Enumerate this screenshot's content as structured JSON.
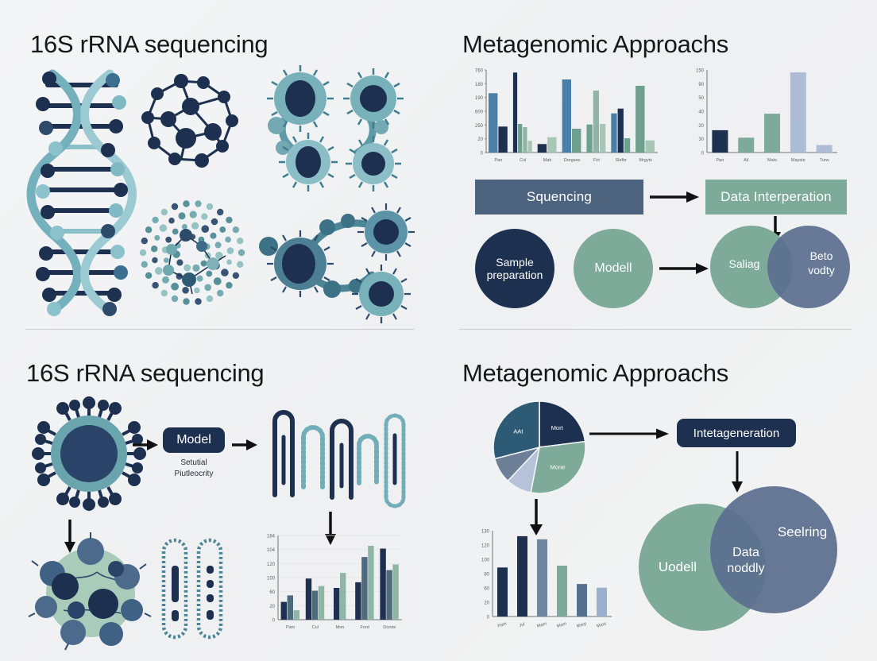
{
  "panels": {
    "top_left": {
      "title": "16S rRNA sequencing"
    },
    "top_right": {
      "title": "Metagenomic Approachs"
    },
    "bottom_left": {
      "title": "16S rRNA sequencing"
    },
    "bottom_right": {
      "title": "Metagenomic Approachs"
    }
  },
  "top_right_flow": {
    "sequencing_label": "Squencing",
    "data_interpretation_label": "Data Interperation",
    "sample_prep_label": "Sample preparation",
    "model_label": "Modell",
    "venn_left_label": "Saliag",
    "venn_right_label": "Beto vodty"
  },
  "bottom_left_flow": {
    "model_label": "Model",
    "model_sub_line1": "Setutial",
    "model_sub_line2": "Piutleocrity"
  },
  "bottom_right_flow": {
    "integration_label": "Intetageneration",
    "venn_left_label": "Uodell",
    "venn_overlap_line1": "Data",
    "venn_overlap_line2": "noddly",
    "venn_right_label": "Seelring"
  },
  "colors": {
    "background": "#f1f2f3",
    "navy_dark": "#1d3050",
    "navy_mid": "#3c5170",
    "slate_blue": "#4e647e",
    "steel_blue": "#4a7fa8",
    "light_blue": "#aebdd6",
    "teal_green": "#6f9f8d",
    "sage_green": "#8fb5a4",
    "pale_sage": "#a8c6b6",
    "text_dark": "#17181a"
  },
  "chart_data": [
    {
      "id": "tr-grouped-bar",
      "type": "bar",
      "title": "",
      "xlabel": "",
      "ylabel": "",
      "ylim": [
        0,
        780
      ],
      "yticks": [
        0,
        20,
        250,
        600,
        190,
        180,
        760
      ],
      "ytick_labels": [
        "0",
        "20",
        "250",
        "600",
        "190",
        "180",
        "760"
      ],
      "categories": [
        "Pan",
        "Cul",
        "Mah",
        "Dorgass",
        "Firt",
        "Slafhr",
        "Mrgyts"
      ],
      "grid": false,
      "legend": "none",
      "series": [
        {
          "name": "s1",
          "color": "#4a7fa8",
          "values": [
            560,
            0,
            0,
            690,
            0,
            370,
            0
          ]
        },
        {
          "name": "s2",
          "color": "#1d3050",
          "values": [
            245,
            755,
            80,
            0,
            0,
            415,
            0
          ]
        },
        {
          "name": "s3",
          "color": "#6f9f8d",
          "values": [
            0,
            270,
            0,
            225,
            265,
            135,
            630
          ]
        },
        {
          "name": "s4",
          "color": "#8fb5a4",
          "values": [
            0,
            240,
            0,
            0,
            585,
            0,
            0
          ]
        },
        {
          "name": "s5",
          "color": "#a8c6b6",
          "values": [
            0,
            110,
            145,
            0,
            270,
            0,
            115
          ]
        }
      ]
    },
    {
      "id": "tr-simple-bar",
      "type": "bar",
      "title": "",
      "xlabel": "",
      "ylabel": "",
      "ylim": [
        0,
        100
      ],
      "yticks": [
        0,
        30,
        20,
        40,
        50,
        90,
        150
      ],
      "ytick_labels": [
        "0",
        "30",
        "20",
        "40",
        "50",
        "90",
        "150"
      ],
      "categories": [
        "Pan",
        "Ail",
        "Mats",
        "Mayste",
        "Turw"
      ],
      "grid": false,
      "legend": "none",
      "values": [
        27,
        18,
        47,
        97,
        9
      ],
      "bar_colors": [
        "#1d3050",
        "#7daa99",
        "#7daa99",
        "#aebdd6",
        "#aebdd6"
      ]
    },
    {
      "id": "bl-grouped-bar",
      "type": "bar",
      "title": "",
      "xlabel": "",
      "ylabel": "",
      "ylim": [
        0,
        180
      ],
      "yticks": [
        0,
        20,
        60,
        100,
        120,
        104,
        184
      ],
      "ytick_labels": [
        "0",
        "20",
        "60",
        "100",
        "120",
        "104",
        "184"
      ],
      "categories": [
        "Pam",
        "Cul",
        "Mon",
        "Ford",
        "Dorste"
      ],
      "grid": true,
      "legend": "none",
      "series": [
        {
          "name": "s1",
          "color": "#1d3050",
          "values": [
            38,
            88,
            68,
            80,
            152
          ]
        },
        {
          "name": "s2",
          "color": "#4e6b7e",
          "values": [
            52,
            62,
            0,
            134,
            106
          ]
        },
        {
          "name": "s3",
          "color": "#8fb5a4",
          "values": [
            20,
            72,
            100,
            158,
            118
          ]
        }
      ]
    },
    {
      "id": "br-simple-bar",
      "type": "bar",
      "title": "",
      "xlabel": "",
      "ylabel": "",
      "ylim": [
        0,
        140
      ],
      "yticks": [
        0,
        20,
        60,
        80,
        100,
        120,
        130
      ],
      "ytick_labels": [
        "0",
        "20",
        "60",
        "80",
        "100",
        "120",
        "130"
      ],
      "categories": [
        "Pam",
        "Jul",
        "Mam",
        "Mam",
        "Marp",
        "Mars"
      ],
      "grid": false,
      "legend": "none",
      "values": [
        80,
        131,
        126,
        83,
        53,
        47
      ],
      "bar_colors": [
        "#1d3050",
        "#1d3050",
        "#6f85a0",
        "#7daa99",
        "#56708f",
        "#9ab0cb"
      ]
    },
    {
      "id": "br-pie",
      "type": "pie",
      "title": "",
      "labels": [
        "Mort",
        "Mone",
        "",
        "",
        "AAt"
      ],
      "values": [
        23,
        30,
        9,
        9,
        29
      ],
      "colors": [
        "#1d3050",
        "#7daa99",
        "#b5c2d8",
        "#6d7f96",
        "#2d5a75"
      ],
      "legend": "none"
    }
  ]
}
